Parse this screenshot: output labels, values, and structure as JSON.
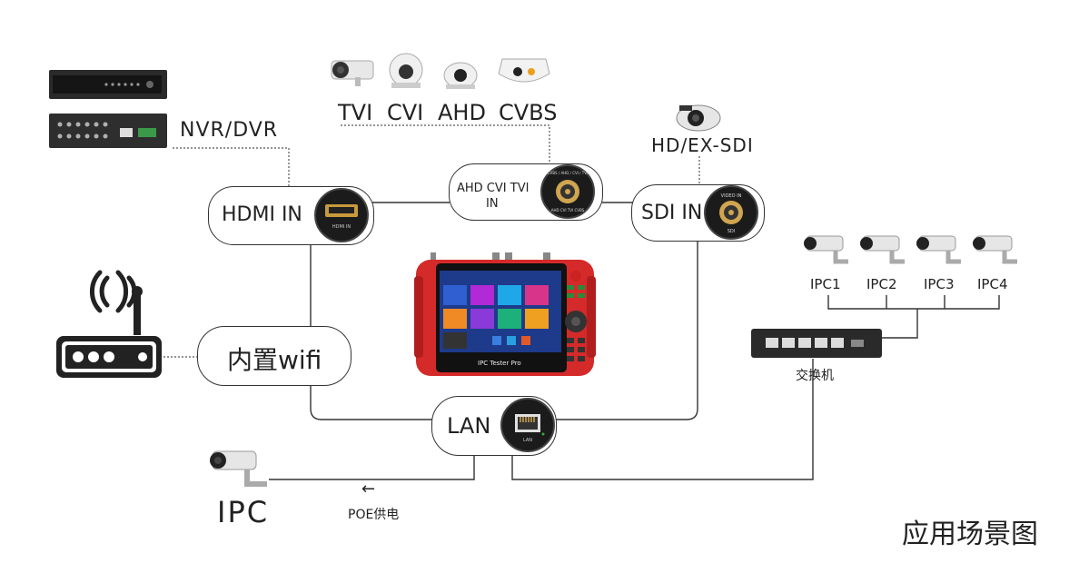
{
  "cameras_top": {
    "labels": [
      "TVI",
      "CVI",
      "AHD",
      "CVBS"
    ]
  },
  "nvr": {
    "label": "NVR/DVR"
  },
  "sdi": {
    "label": "HD/EX-SDI"
  },
  "hdmi_in": {
    "label": "HDMI IN",
    "port_text": "HDMI IN"
  },
  "analog_in": {
    "label_line1": "AHD CVI TVI",
    "label_line2": "IN",
    "port_top": "CVBS / AHD / CVI / TVI",
    "port_bottom": "AHD CVI TVI CVBS"
  },
  "sdi_in": {
    "label": "SDI IN",
    "port_top": "VIDEO IN",
    "port_bottom": "SDI"
  },
  "wifi": {
    "label": "内置wifi"
  },
  "lan": {
    "label": "LAN",
    "port_text": "LAN"
  },
  "tester": {
    "brand": "IPC Tester Pro",
    "screen_color": "#1e3a8a",
    "body_color": "#d42a2a"
  },
  "ipc_list": {
    "labels": [
      "IPC1",
      "IPC2",
      "IPC3",
      "IPC4"
    ]
  },
  "switch": {
    "label": "交换机"
  },
  "ipc_bottom": {
    "label": "IPC"
  },
  "poe": {
    "label": "POE供电",
    "arrow": "←"
  },
  "footer": {
    "title": "应用场景图"
  }
}
